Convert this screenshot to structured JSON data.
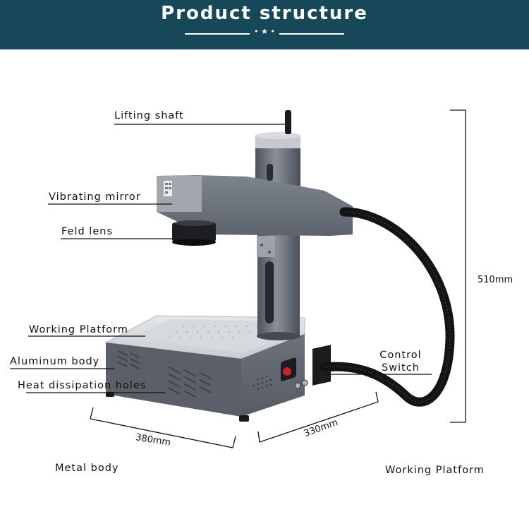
{
  "header": {
    "title": "Product structure",
    "ornament": "• ★ •",
    "background": "#16485a"
  },
  "labels": {
    "lifting_shaft": "Lifting shaft",
    "vibrating_mirror": "Vibrating mirror",
    "feld_lens": "Feld lens",
    "working_platform": "Working Platform",
    "aluminum_body": "Aluminum body",
    "heat_dissipation_holes": "Heat dissipation holes",
    "control_switch_line1": "Control",
    "control_switch_line2": "Switch",
    "metal_body": "Metal body",
    "working_platform_bottom": "Working Platform"
  },
  "dimensions": {
    "height": "510mm",
    "width": "380mm",
    "depth": "330mm"
  },
  "colors": {
    "machine_body": "#5f6570",
    "cable": "#141414"
  }
}
